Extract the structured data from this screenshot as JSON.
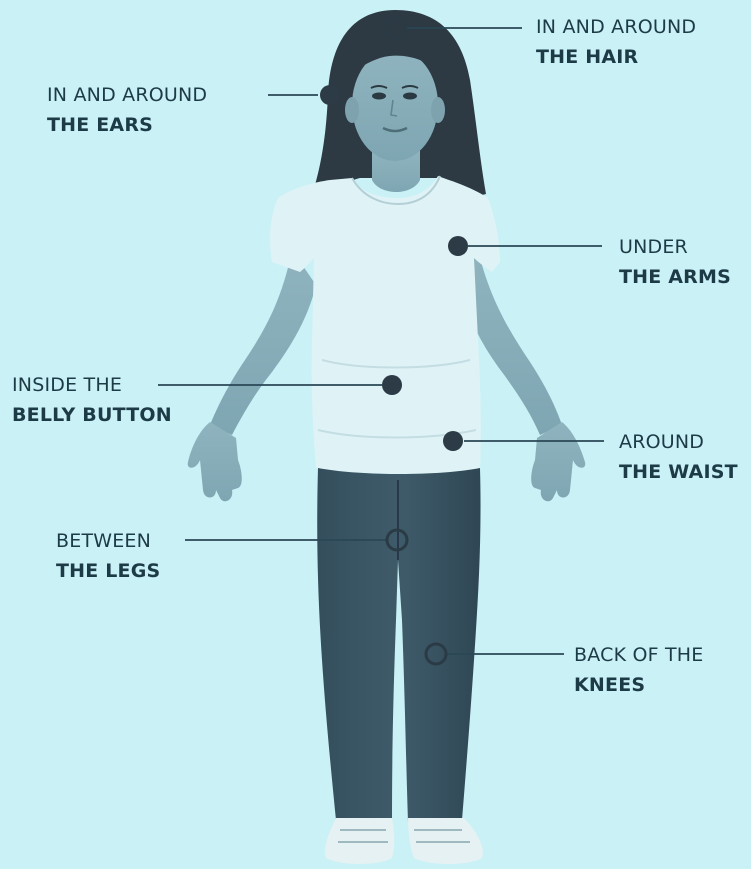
{
  "labels": {
    "hair": {
      "line1": "IN AND AROUND",
      "line2": "THE HAIR"
    },
    "ears": {
      "line1": "IN AND AROUND",
      "line2": "THE EARS"
    },
    "arms": {
      "line1": "UNDER",
      "line2": "THE ARMS"
    },
    "belly": {
      "line1": "INSIDE THE",
      "line2": "BELLY BUTTON"
    },
    "waist": {
      "line1": "AROUND",
      "line2": "THE WAIST"
    },
    "legs": {
      "line1": "BETWEEN",
      "line2": "THE LEGS"
    },
    "knees": {
      "line1": "BACK OF THE",
      "line2": "KNEES"
    }
  },
  "colors": {
    "background": "#c9f1f6",
    "text": "#1d3a47",
    "leader_line": "#2a4755",
    "dot_fill": "#2c3b45"
  }
}
